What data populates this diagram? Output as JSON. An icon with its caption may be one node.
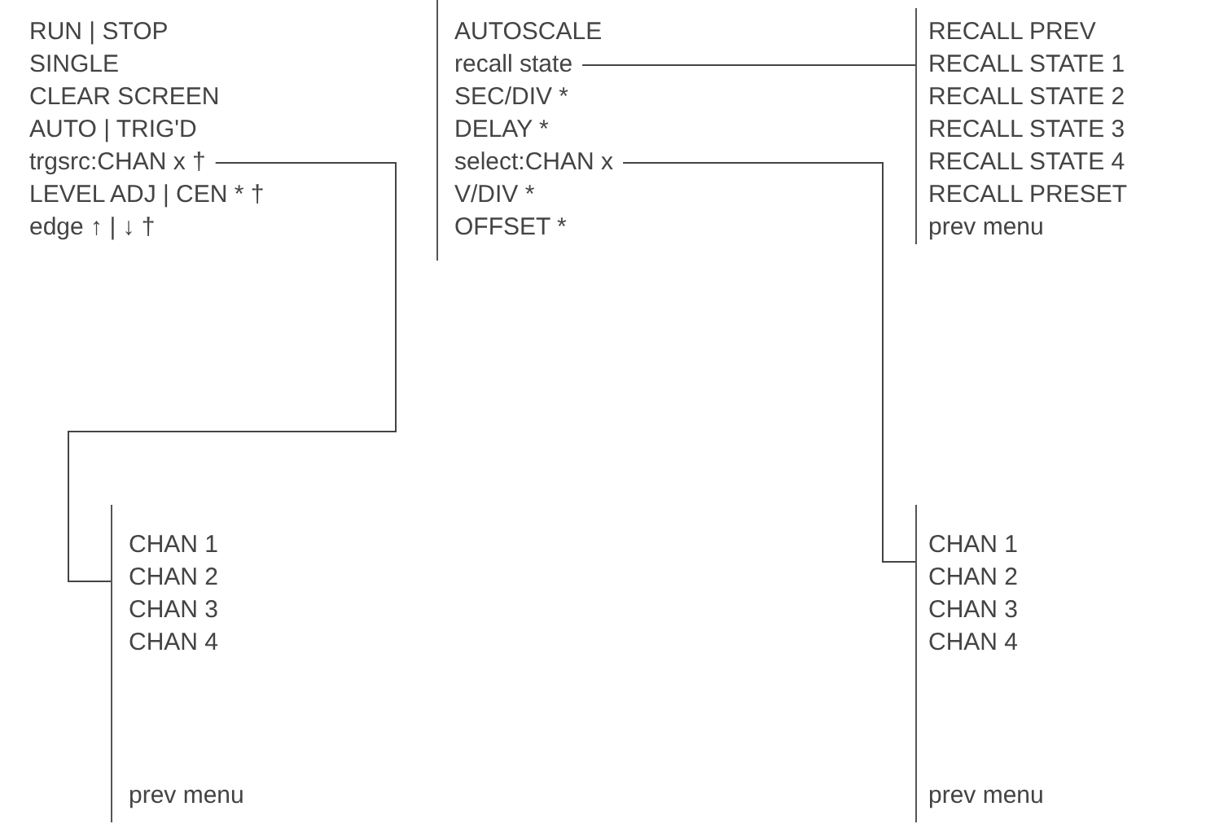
{
  "diagram": {
    "nodes": [
      {
        "text": [
          "RUN | STOP"
        ]
      },
      {
        "text": [
          "SINGLE"
        ]
      },
      {
        "text": [
          "CLEAR SCREEN"
        ]
      },
      {
        "text": [
          "AUTO | TRIG'D"
        ]
      },
      {
        "text": [
          "trgsrc:CHAN x †"
        ]
      },
      {
        "text": [
          "LEVEL ADJ | CEN * †"
        ]
      },
      {
        "text": [
          "edge ↑ | ↓ †"
        ]
      },
      {
        "text": [],
        "shape": "bar"
      },
      {
        "text": [
          "AUTOSCALE"
        ],
        "in": 7
      },
      {
        "text": [
          "recall state"
        ],
        "in": 7
      },
      {
        "text": [
          "SEC/DIV *"
        ],
        "in": 7
      },
      {
        "text": [
          "DELAY *"
        ],
        "in": 7
      },
      {
        "text": [
          "select:CHAN x"
        ],
        "in": 7
      },
      {
        "text": [
          "V/DIV *"
        ],
        "in": 7
      },
      {
        "text": [
          "OFFSET *"
        ],
        "in": 7
      },
      {
        "text": [],
        "shape": "bar"
      },
      {
        "text": [
          "RECALL PREV"
        ],
        "in": 15
      },
      {
        "text": [
          "RECALL STATE 1"
        ],
        "in": 15
      },
      {
        "text": [
          "RECALL STATE 2"
        ],
        "in": 15
      },
      {
        "text": [
          "RECALL STATE 3"
        ],
        "in": 15
      },
      {
        "text": [
          "RECALL STATE 4"
        ],
        "in": 15
      },
      {
        "text": [
          "RECALL PRESET"
        ],
        "in": 15
      },
      {
        "text": [
          "prev menu"
        ],
        "in": 15
      },
      {
        "text": [],
        "shape": "bar"
      },
      {
        "text": [
          "CHAN 1"
        ],
        "in": 23
      },
      {
        "text": [
          "CHAN 2"
        ],
        "in": 23
      },
      {
        "text": [
          "CHAN 3"
        ],
        "in": 23
      },
      {
        "text": [
          "CHAN 4"
        ],
        "in": 23
      },
      {
        "text": [
          "prev menu"
        ],
        "in": 23
      },
      {
        "text": [],
        "shape": "bar"
      },
      {
        "text": [
          "CHAN 1"
        ],
        "in": 29
      },
      {
        "text": [
          "CHAN 2"
        ],
        "in": 29
      },
      {
        "text": [
          "CHAN 3"
        ],
        "in": 29
      },
      {
        "text": [
          "CHAN 4"
        ],
        "in": 29
      },
      {
        "text": [
          "prev menu"
        ],
        "in": 29
      }
    ],
    "edges": [
      {
        "from": 4,
        "to": 23,
        "arrow": "none"
      },
      {
        "from": 9,
        "to": 15,
        "arrow": "none"
      },
      {
        "from": 12,
        "to": 29,
        "arrow": "none"
      }
    ]
  }
}
